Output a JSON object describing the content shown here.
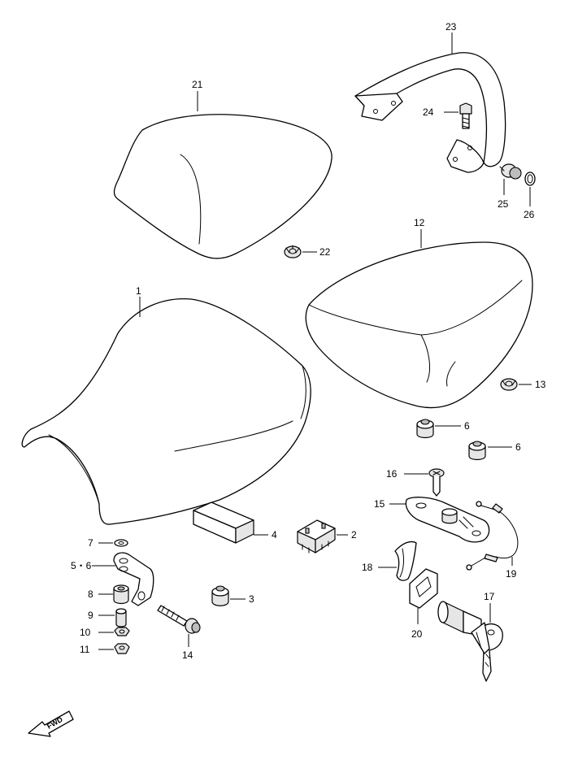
{
  "callouts": {
    "c1": "1",
    "c2": "2",
    "c3": "3",
    "c4": "4",
    "c5_6": "5・6",
    "c6a": "6",
    "c6b": "6",
    "c7": "7",
    "c8": "8",
    "c9": "9",
    "c10": "10",
    "c11": "11",
    "c12": "12",
    "c13": "13",
    "c14": "14",
    "c15": "15",
    "c16": "16",
    "c17": "17",
    "c18": "18",
    "c19": "19",
    "c20": "20",
    "c21": "21",
    "c22": "22",
    "c23": "23",
    "c24": "24",
    "c25": "25",
    "c26": "26"
  },
  "fwd_label": "FWD",
  "icons": {
    "direction": "fwd-arrow-icon"
  }
}
